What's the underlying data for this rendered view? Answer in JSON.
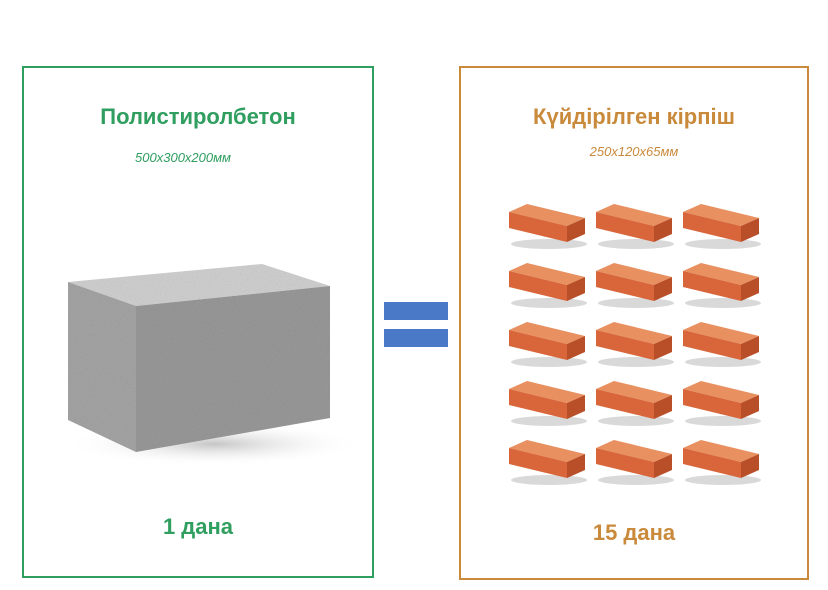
{
  "left": {
    "title": "Полистиролбетон",
    "dimensions": "500x300x200мм",
    "count": "1 дана",
    "color": "#2f9e5f"
  },
  "right": {
    "title": "Күйдірілген кірпіш",
    "dimensions": "250x120x65мм",
    "count": "15 дана",
    "color": "#c98a3c",
    "brick_rows": 5,
    "brick_cols": 3
  },
  "equals_color": "#4a79c8"
}
